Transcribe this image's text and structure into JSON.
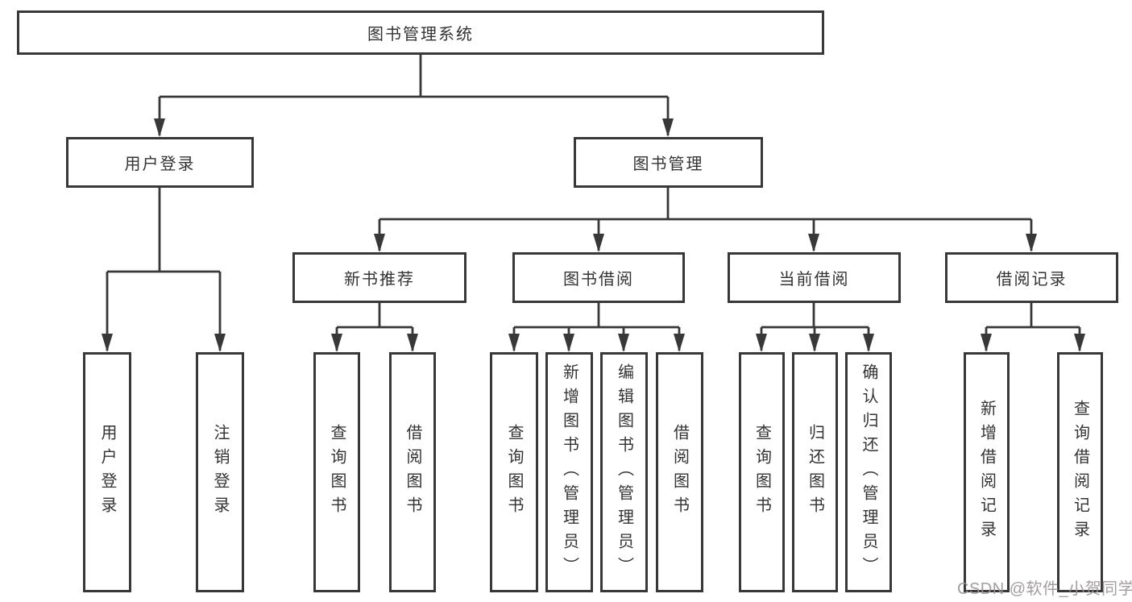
{
  "tree": {
    "root": {
      "label": "图书管理系统",
      "children": [
        {
          "label": "用户登录",
          "children": [
            {
              "label": "用户登录"
            },
            {
              "label": "注销登录"
            }
          ]
        },
        {
          "label": "图书管理",
          "children": [
            {
              "label": "新书推荐",
              "children": [
                {
                  "label": "查询图书"
                },
                {
                  "label": "借阅图书"
                }
              ]
            },
            {
              "label": "图书借阅",
              "children": [
                {
                  "label": "查询图书"
                },
                {
                  "label": "新增图书（管理员）"
                },
                {
                  "label": "编辑图书（管理员）"
                },
                {
                  "label": "借阅图书"
                }
              ]
            },
            {
              "label": "当前借阅",
              "children": [
                {
                  "label": "查询图书"
                },
                {
                  "label": "归还图书"
                },
                {
                  "label": "确认归还（管理员）"
                }
              ]
            },
            {
              "label": "借阅记录",
              "children": [
                {
                  "label": "新增借阅记录"
                },
                {
                  "label": "查询借阅记录"
                }
              ]
            }
          ]
        }
      ]
    }
  },
  "watermark": {
    "text": "CSDN @软件_小贺同学"
  },
  "colors": {
    "line": "#383838",
    "box_border": "#383838",
    "text": "#333333",
    "watermark": "#9A9696",
    "background": "#FFFFFF"
  }
}
